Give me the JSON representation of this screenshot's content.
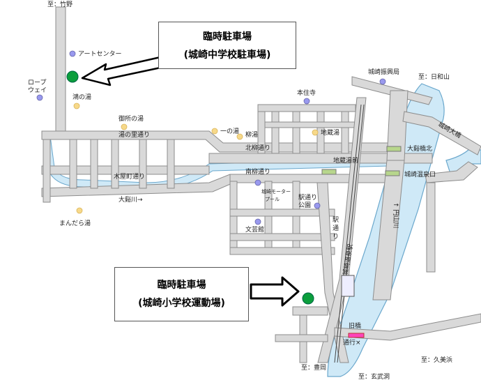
{
  "callouts": {
    "top": {
      "line1": "臨時駐車場",
      "line2": "(城崎中学校駐車場)"
    },
    "bottom": {
      "line1": "臨時駐車場",
      "line2": "(城崎小学校運動場)"
    }
  },
  "labels": {
    "to_takeno": "至：竹野",
    "art_center": "アートセンター",
    "ropeway": "ロープ\nウェイ",
    "kou_no_yu": "鴻の湯",
    "gosho_no_yu": "御所の湯",
    "yunosato_dori": "湯の里通り",
    "kiyamachi_dori": "木屋町通り",
    "otanigawa": "大谿川→",
    "mandara_yu": "まんだら湯",
    "ichi_no_yu": "一の湯",
    "yanagi_yu": "柳湯",
    "jizou_yu": "地蔵湯",
    "honjuji": "本住寺",
    "kitayanagi_dori": "北柳通り",
    "jizouyumae": "地蔵湯前",
    "minamiyanagi_dori": "南柳通り",
    "kinosaki_pool": "城崎モーター\nプール",
    "ekidori_park": "駅通り\n公園",
    "bungeikan": "文芸館",
    "ekidori": "駅\n通\nり",
    "kinosaki_shinkokyoku": "城崎振興局",
    "to_hiyoriyama": "至：日和山",
    "kinosaki_ohashi": "城崎大橋",
    "otanibashi_kita": "大谿橋北",
    "kinosaki_onsen_guchi": "城崎温泉口",
    "maruyamagawa": "↑ 円山川",
    "kinosaki_onsen_eki": "城崎温泉駅",
    "kyuhashi": "旧橋",
    "tsukodome": "通行×",
    "to_toyooka": "至：豊岡",
    "to_genbudo": "至：玄武洞",
    "to_kumihama": "至：久美浜"
  },
  "colors": {
    "road": "#d9d9d9",
    "road_edge": "#8c8c8c",
    "river": "#cfe9f7",
    "river_edge": "#6aa7cc",
    "parking_dot": "#0b9e3c",
    "facility_dot": "#9999ee",
    "bath_dot": "#f7d98a",
    "signal": "#b7d68c"
  }
}
